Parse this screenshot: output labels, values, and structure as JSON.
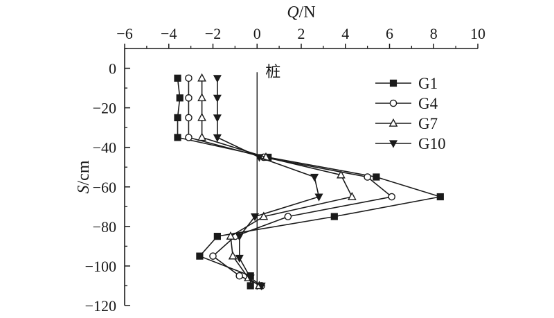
{
  "chart_data": {
    "type": "line",
    "x_axis": {
      "title_italic": "Q",
      "title_rest": "/N",
      "min": -6,
      "max": 10,
      "ticks": [
        -6,
        -4,
        -2,
        0,
        2,
        4,
        6,
        8,
        10
      ],
      "position": "top"
    },
    "y_axis": {
      "title_italic": "S",
      "title_rest": "/cm",
      "min": -120,
      "max": 10,
      "ticks": [
        0,
        -20,
        -40,
        -60,
        -80,
        -100,
        -120
      ]
    },
    "annotation": "桩",
    "reference_line_x": 0,
    "grid": false,
    "legend_position": "top-right",
    "series": [
      {
        "name": "G1",
        "marker": "filled-square",
        "points": [
          {
            "x": -3.6,
            "y": -5
          },
          {
            "x": -3.5,
            "y": -15
          },
          {
            "x": -3.6,
            "y": -25
          },
          {
            "x": -3.6,
            "y": -35
          },
          {
            "x": 0.5,
            "y": -45
          },
          {
            "x": 5.4,
            "y": -55
          },
          {
            "x": 8.3,
            "y": -65
          },
          {
            "x": 3.5,
            "y": -75
          },
          {
            "x": -1.8,
            "y": -85
          },
          {
            "x": -2.6,
            "y": -95
          },
          {
            "x": -0.3,
            "y": -105
          },
          {
            "x": -0.3,
            "y": -110
          }
        ]
      },
      {
        "name": "G4",
        "marker": "open-circle",
        "points": [
          {
            "x": -3.1,
            "y": -5
          },
          {
            "x": -3.1,
            "y": -15
          },
          {
            "x": -3.1,
            "y": -25
          },
          {
            "x": -3.1,
            "y": -35
          },
          {
            "x": 0.3,
            "y": -45
          },
          {
            "x": 5.0,
            "y": -55
          },
          {
            "x": 6.1,
            "y": -65
          },
          {
            "x": 1.4,
            "y": -75
          },
          {
            "x": -1.0,
            "y": -85
          },
          {
            "x": -2.0,
            "y": -95
          },
          {
            "x": -0.8,
            "y": -105
          },
          {
            "x": 0.2,
            "y": -110
          }
        ]
      },
      {
        "name": "G7",
        "marker": "open-triangle-up",
        "points": [
          {
            "x": -2.5,
            "y": -5
          },
          {
            "x": -2.5,
            "y": -15
          },
          {
            "x": -2.5,
            "y": -25
          },
          {
            "x": -2.5,
            "y": -35
          },
          {
            "x": 0.4,
            "y": -45
          },
          {
            "x": 3.8,
            "y": -54
          },
          {
            "x": 4.3,
            "y": -65
          },
          {
            "x": 0.3,
            "y": -75
          },
          {
            "x": -1.2,
            "y": -85
          },
          {
            "x": -1.1,
            "y": -95
          },
          {
            "x": -0.4,
            "y": -106
          },
          {
            "x": 0.1,
            "y": -110
          }
        ]
      },
      {
        "name": "G10",
        "marker": "filled-triangle-down",
        "points": [
          {
            "x": -1.8,
            "y": -5
          },
          {
            "x": -1.8,
            "y": -15
          },
          {
            "x": -1.8,
            "y": -25
          },
          {
            "x": -1.8,
            "y": -35
          },
          {
            "x": 0.1,
            "y": -45
          },
          {
            "x": 2.6,
            "y": -55
          },
          {
            "x": 2.8,
            "y": -65
          },
          {
            "x": -0.1,
            "y": -75
          },
          {
            "x": -0.8,
            "y": -85
          },
          {
            "x": -0.8,
            "y": -96
          },
          {
            "x": -0.3,
            "y": -106
          },
          {
            "x": 0.2,
            "y": -110
          }
        ]
      }
    ]
  }
}
